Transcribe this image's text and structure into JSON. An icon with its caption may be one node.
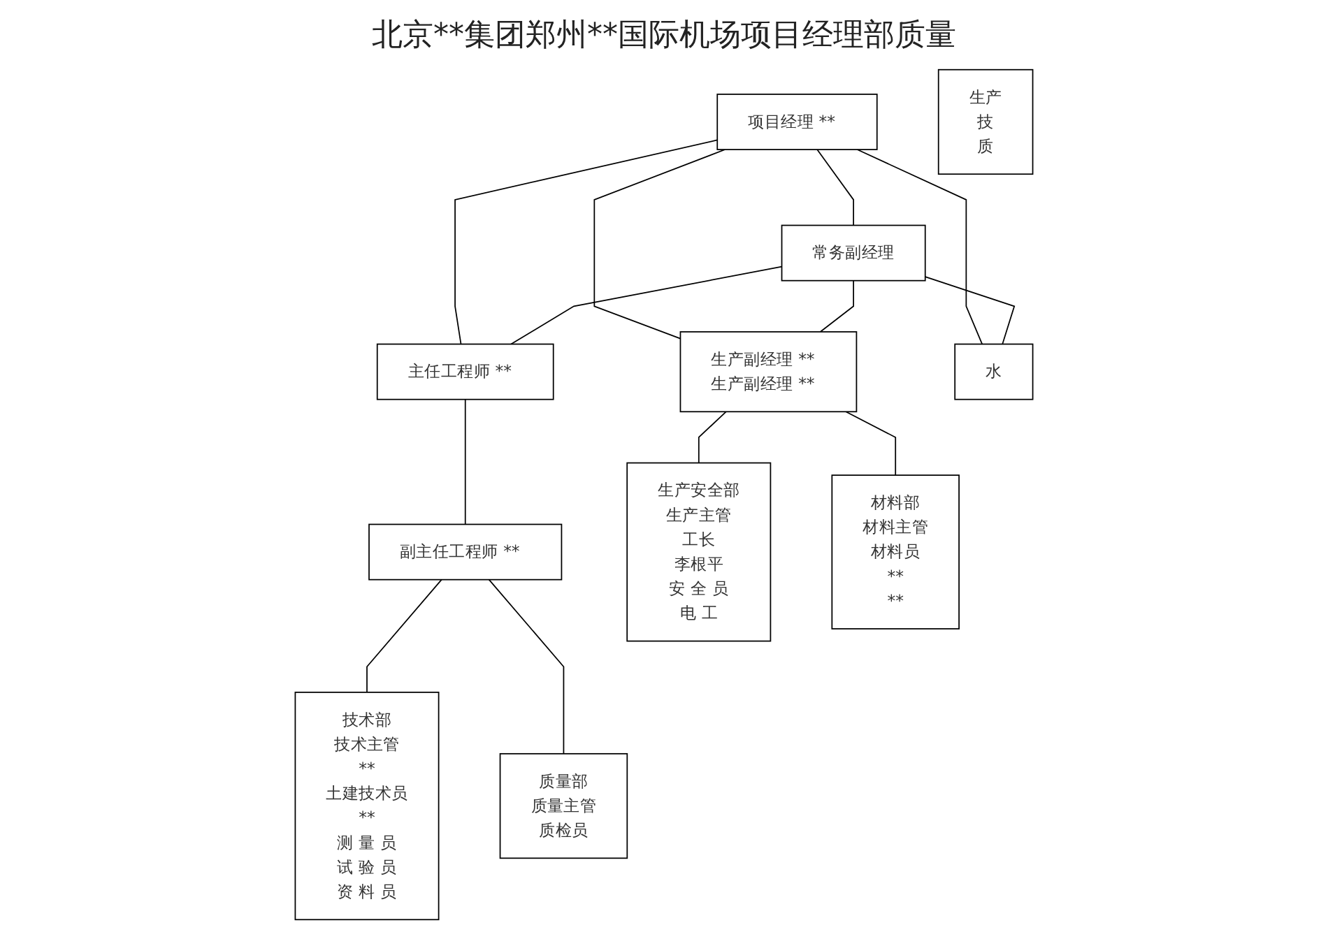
{
  "diagram": {
    "title": "北京**集团郑州**国际机场项目经理部质量",
    "nodes": [
      {
        "text": [
          "项目经理 **"
        ]
      },
      {
        "text": [
          "常务副经理"
        ]
      },
      {
        "text": [
          "主任工程师 **"
        ]
      },
      {
        "text": [
          "副主任工程师 **"
        ]
      },
      {
        "text": [
          "生产副经理 **",
          "生产副经理 **"
        ]
      },
      {
        "text": [
          "水"
        ]
      },
      {
        "text": [
          "技术部",
          "技术主管",
          "**",
          "土建技术员",
          "**",
          "测 量 员",
          "试 验 员",
          "资 料 员"
        ]
      },
      {
        "text": [
          "质量部",
          "质量主管",
          "质检员"
        ]
      },
      {
        "text": [
          "生产安全部",
          "生产主管",
          "工长",
          "李根平",
          "安 全 员",
          "电 工"
        ]
      },
      {
        "text": [
          "材料部",
          "材料主管",
          "材料员",
          "**",
          "**"
        ]
      },
      {
        "text": [
          "生产",
          "技",
          "质"
        ]
      }
    ],
    "edges": [
      {
        "from": 0,
        "to": 1,
        "arrow": "none"
      },
      {
        "from": 0,
        "to": 2,
        "arrow": "none"
      },
      {
        "from": 0,
        "to": 4,
        "arrow": "none"
      },
      {
        "from": 0,
        "to": 5,
        "arrow": "none"
      },
      {
        "from": 1,
        "to": 2,
        "arrow": "none"
      },
      {
        "from": 1,
        "to": 4,
        "arrow": "none"
      },
      {
        "from": 1,
        "to": 5,
        "arrow": "none"
      },
      {
        "from": 2,
        "to": 3,
        "arrow": "none"
      },
      {
        "from": 3,
        "to": 6,
        "arrow": "none"
      },
      {
        "from": 3,
        "to": 7,
        "arrow": "none"
      },
      {
        "from": 4,
        "to": 8,
        "arrow": "none"
      },
      {
        "from": 4,
        "to": 9,
        "arrow": "none"
      }
    ]
  }
}
